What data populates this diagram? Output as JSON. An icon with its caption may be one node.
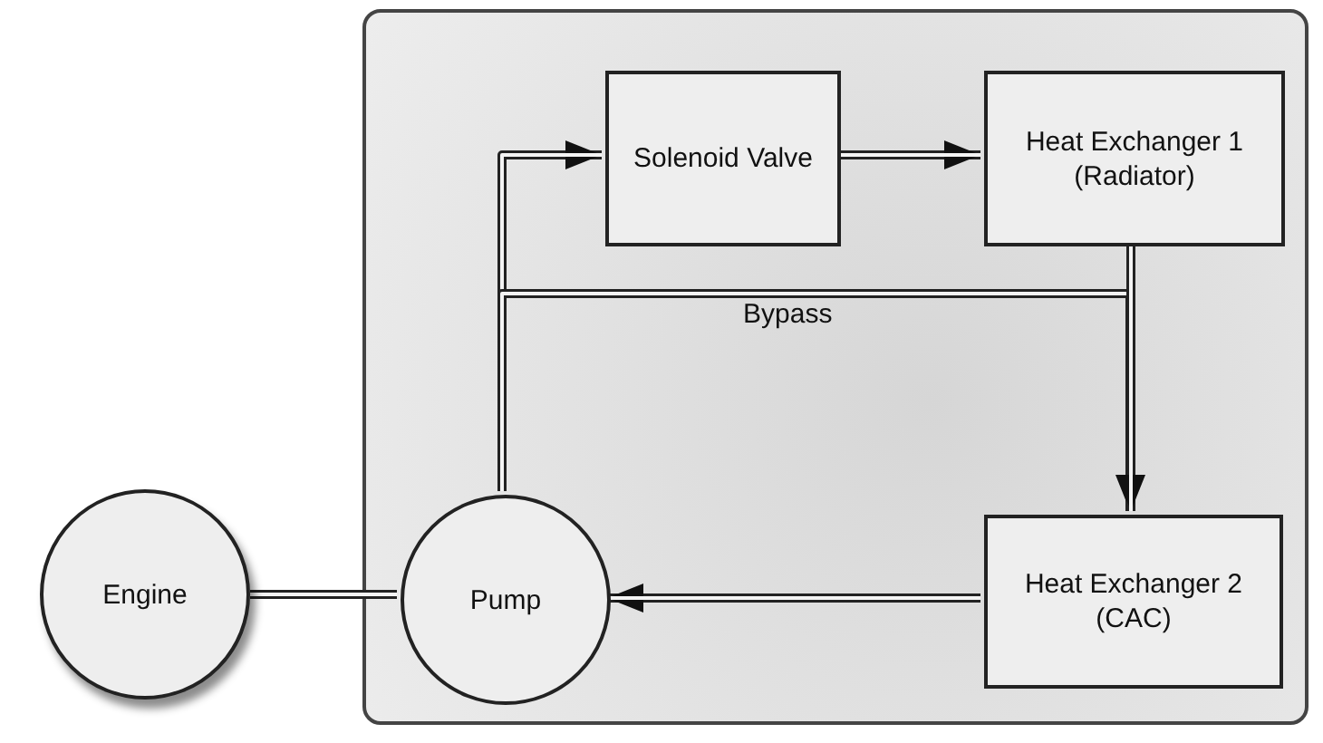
{
  "diagram": {
    "nodes": [
      {
        "text": [],
        "shape": "box"
      },
      {
        "text": [
          "Solenoid Valve"
        ],
        "in": 0
      },
      {
        "text": [
          "Heat Exchanger 1 (Radiator)"
        ],
        "in": 0
      },
      {
        "text": [
          "Engine"
        ]
      },
      {
        "text": [
          "Pump"
        ],
        "in": 0
      },
      {
        "text": [
          "Heat Exchanger 2 (CAC)"
        ],
        "in": 0
      }
    ],
    "edges": [
      {
        "from": 4,
        "to": 1,
        "arrow": "to"
      },
      {
        "from": 1,
        "to": 2,
        "arrow": "to"
      },
      {
        "from": 4,
        "to": 5,
        "arrow": "to",
        "label": "Bypass"
      },
      {
        "from": 2,
        "to": 5,
        "arrow": "to"
      },
      {
        "from": 5,
        "to": 4,
        "arrow": "to"
      },
      {
        "from": 3,
        "to": 4,
        "arrow": "none"
      }
    ]
  }
}
